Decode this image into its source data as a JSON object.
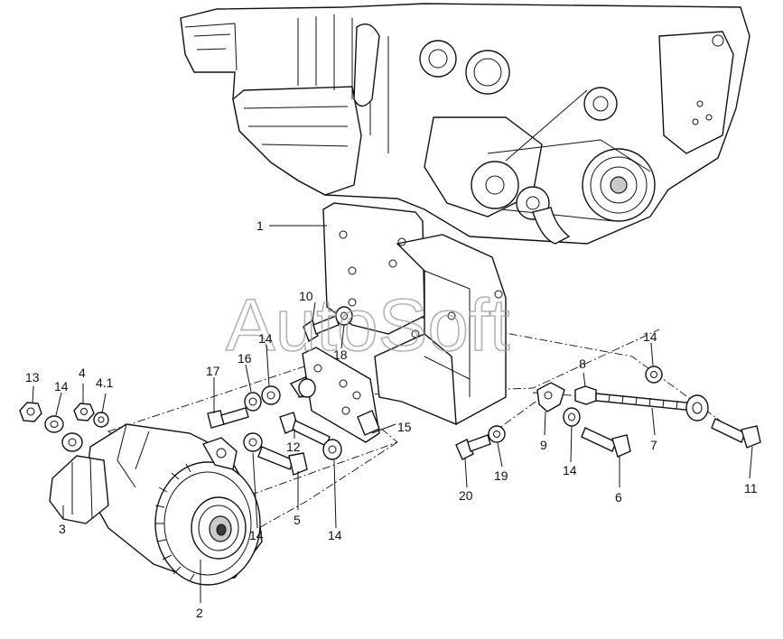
{
  "watermark": "AutoSoft",
  "callouts": [
    {
      "id": "1",
      "label": "1"
    },
    {
      "id": "2",
      "label": "2"
    },
    {
      "id": "3",
      "label": "3"
    },
    {
      "id": "4",
      "label": "4"
    },
    {
      "id": "4.1",
      "label": "4.1"
    },
    {
      "id": "5",
      "label": "5"
    },
    {
      "id": "6",
      "label": "6"
    },
    {
      "id": "7",
      "label": "7"
    },
    {
      "id": "8",
      "label": "8"
    },
    {
      "id": "9",
      "label": "9"
    },
    {
      "id": "10",
      "label": "10"
    },
    {
      "id": "11",
      "label": "11"
    },
    {
      "id": "12",
      "label": "12"
    },
    {
      "id": "13",
      "label": "13"
    },
    {
      "id": "14a",
      "label": "14"
    },
    {
      "id": "14b",
      "label": "14"
    },
    {
      "id": "14c",
      "label": "14"
    },
    {
      "id": "14d",
      "label": "14"
    },
    {
      "id": "14e",
      "label": "14"
    },
    {
      "id": "14f",
      "label": "14"
    },
    {
      "id": "15",
      "label": "15"
    },
    {
      "id": "16",
      "label": "16"
    },
    {
      "id": "17",
      "label": "17"
    },
    {
      "id": "18",
      "label": "18"
    },
    {
      "id": "19",
      "label": "19"
    },
    {
      "id": "20",
      "label": "20"
    }
  ]
}
